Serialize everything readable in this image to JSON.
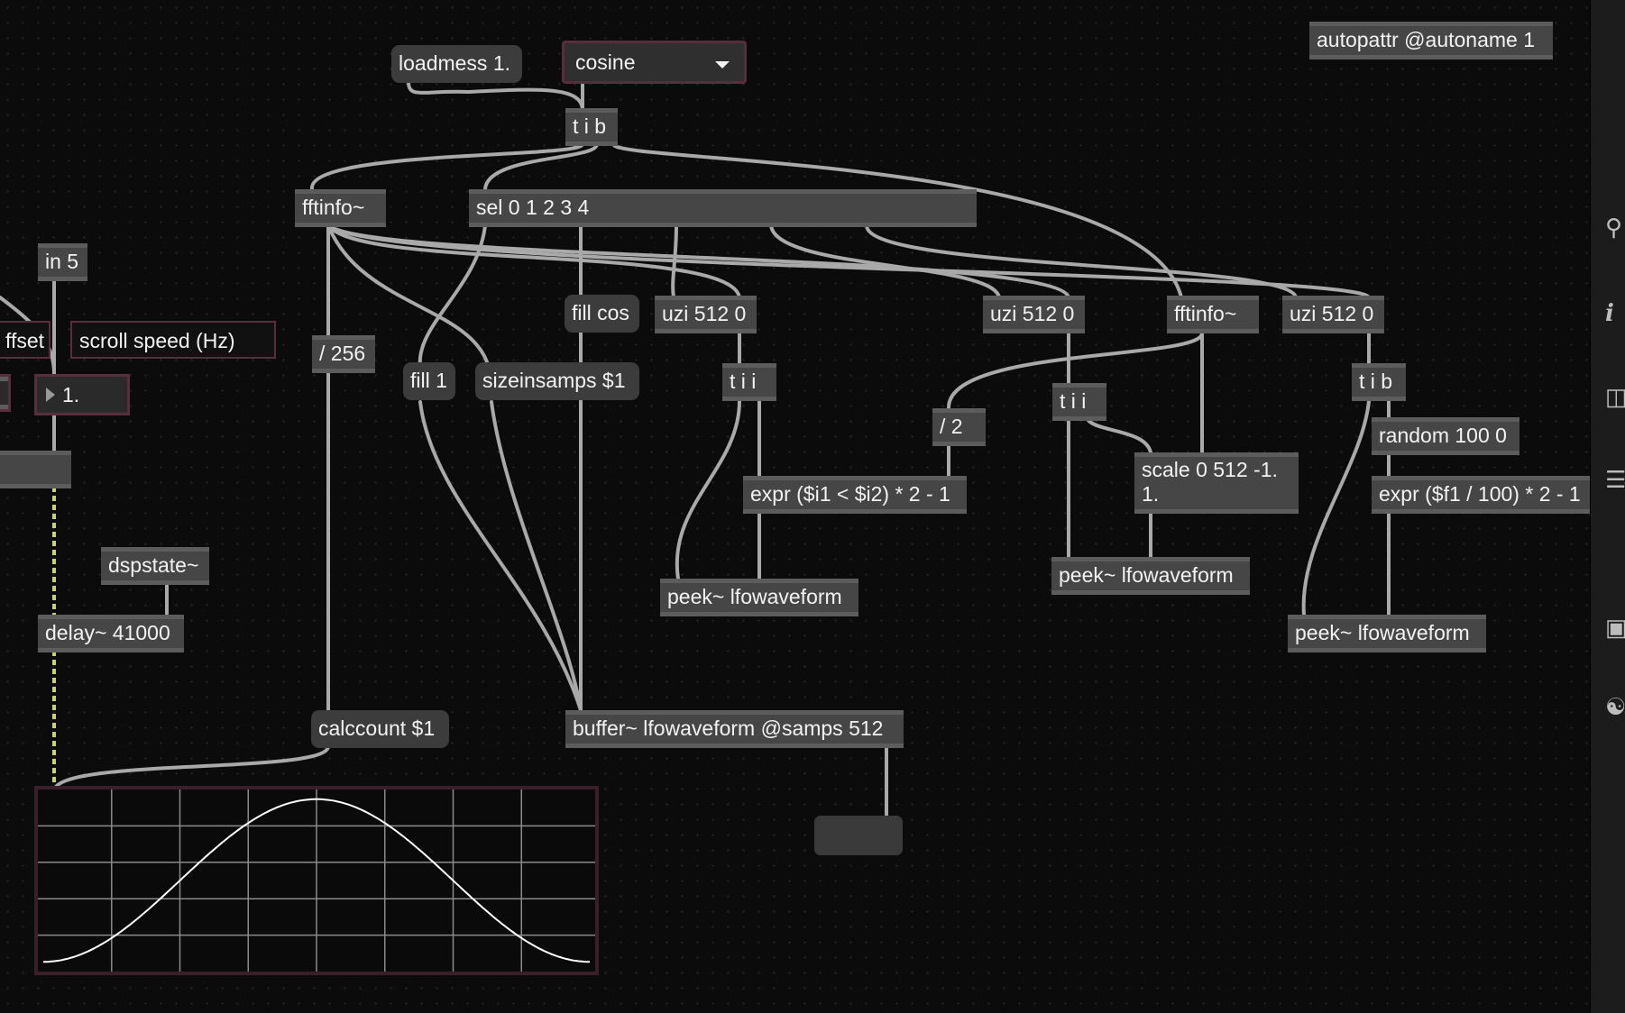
{
  "patcher": {
    "loadmess": "loadmess 1.",
    "umenu_selected": "cosine",
    "trigger_top": "t i b",
    "fftinfo_1": "fftinfo~",
    "sel": "sel 0 1 2 3 4",
    "autopattr": "autopattr @autoname 1",
    "in5": "in 5",
    "offset_comment": "ffset",
    "scroll_speed_comment": "scroll speed (Hz)",
    "flonum_value": "1.",
    "div256": "/ 256",
    "fill1": "fill 1",
    "sizeinsamps": "sizeinsamps $1",
    "fillcos": "fill cos",
    "uzi_a": "uzi 512 0",
    "uzi_b": "uzi 512 0",
    "uzi_c": "uzi 512 0",
    "fftinfo_2": "fftinfo~",
    "tii_a": "t i i",
    "tii_b": "t i i",
    "tib_b": "t i b",
    "div2": "/ 2",
    "random": "random 100 0",
    "expr_square": "expr ($i1 < $i2) * 2 - 1",
    "scale_line1": "scale 0 512 -1.",
    "scale_line2": "1.",
    "expr_random": "expr ($f1 / 100) * 2 - 1",
    "peek_a": "peek~ lfowaveform",
    "peek_b": "peek~ lfowaveform",
    "peek_c": "peek~ lfowaveform",
    "dspstate": "dspstate~",
    "delay": "delay~ 41000",
    "calccount": "calccount $1",
    "buffer": "buffer~ lfowaveform @samps 512"
  },
  "scope": {
    "waveform": "cosine",
    "x_range": [
      0,
      1
    ],
    "y_range": [
      -1,
      1
    ],
    "cycles": 1,
    "grid_cols": 8,
    "grid_rows": 5,
    "line_color": "#ffffff",
    "grid_color": "#8a8a8a"
  },
  "sidebar": {
    "icons": [
      "search-icon",
      "info-icon",
      "columns-icon",
      "list-icon",
      "camera-icon",
      "mixer-icon"
    ]
  },
  "colors": {
    "background": "#0b0b0b",
    "object_fill": "#464646",
    "cord": "#a9a9a9",
    "signal_cord": "#c8d36a",
    "accent_border": "#5a2d3e"
  }
}
